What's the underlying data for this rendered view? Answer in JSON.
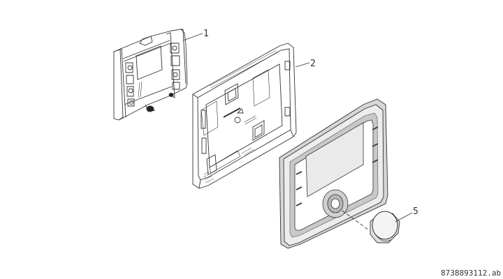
{
  "callouts": {
    "part1": "1",
    "part2": "2",
    "part5": "5"
  },
  "drawing_number": "8738893112.ab",
  "colors": {
    "line": "#333333",
    "frame_grey": "#c9c9c9",
    "light_grey": "#e4e4e4",
    "dark": "#222222"
  }
}
